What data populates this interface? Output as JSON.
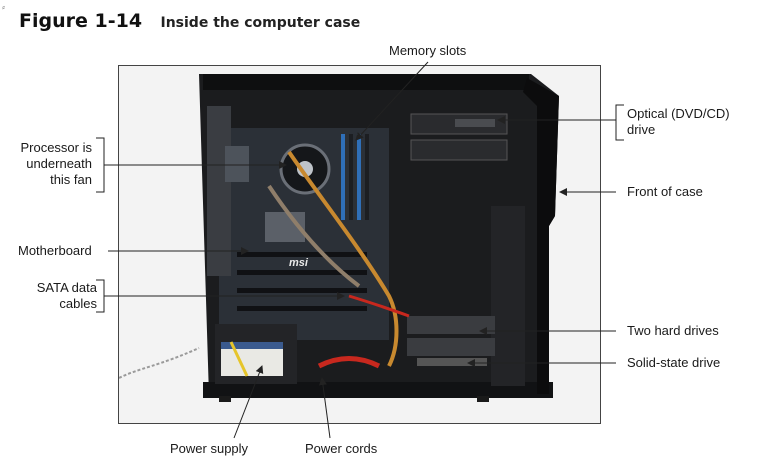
{
  "figure": {
    "number": "Figure 1-14",
    "caption": "Inside the computer case"
  },
  "labels": {
    "memory_slots": "Memory slots",
    "processor_line1": "Processor is",
    "processor_line2": "underneath",
    "processor_line3": "this fan",
    "motherboard": "Motherboard",
    "sata_line1": "SATA data",
    "sata_line2": "cables",
    "optical_line1": "Optical (DVD/CD)",
    "optical_line2": "drive",
    "front_of_case": "Front of case",
    "two_hard_drives": "Two hard drives",
    "solid_state_drive": "Solid-state drive",
    "power_supply": "Power supply",
    "power_cords": "Power cords"
  },
  "board_text": {
    "msi": "msi"
  },
  "colors": {
    "case": "#1b1c1e",
    "motherboard": "#2b3037",
    "memory": "#2f6fb8",
    "leader": "#222222",
    "cable_orange": "#c8892f",
    "cable_red": "#c8281e"
  }
}
